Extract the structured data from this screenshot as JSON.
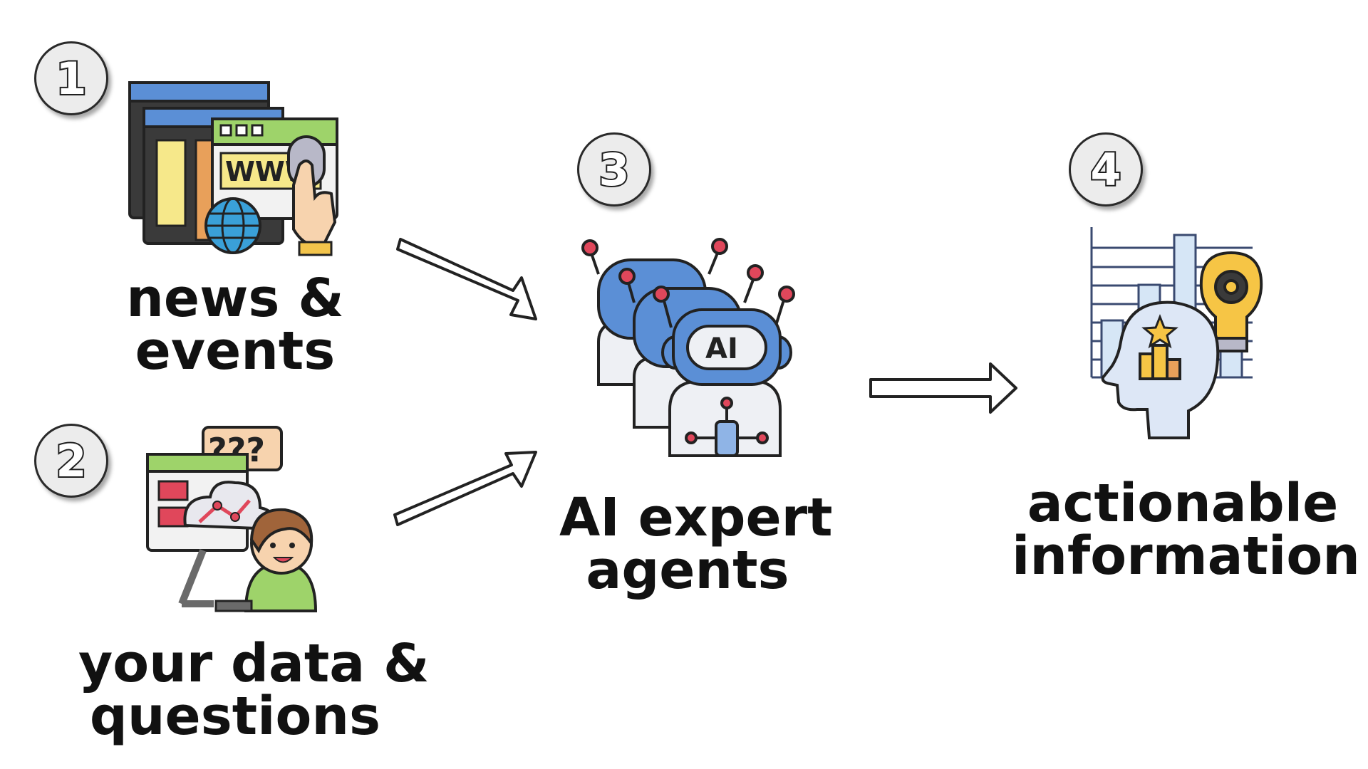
{
  "steps": [
    {
      "number": "1",
      "lines": [
        "news &",
        "events"
      ]
    },
    {
      "number": "2",
      "lines": [
        "your data &",
        "questions"
      ]
    },
    {
      "number": "3",
      "lines": [
        "AI expert",
        "agents"
      ]
    },
    {
      "number": "4",
      "lines": [
        "actionable",
        "information"
      ]
    }
  ],
  "icons": {
    "news": {
      "name": "browser-windows-icon",
      "text": "WWW"
    },
    "data": {
      "name": "person-computer-question-icon",
      "text": "???"
    },
    "agents": {
      "name": "robot-agents-icon",
      "text": "AI"
    },
    "insight": {
      "name": "head-chart-lightbulb-icon"
    }
  },
  "colors": {
    "blue": "#5b8fd6",
    "green": "#9ed36a",
    "yellow": "#f6e88a",
    "red": "#e0475b",
    "text": "#111111"
  }
}
